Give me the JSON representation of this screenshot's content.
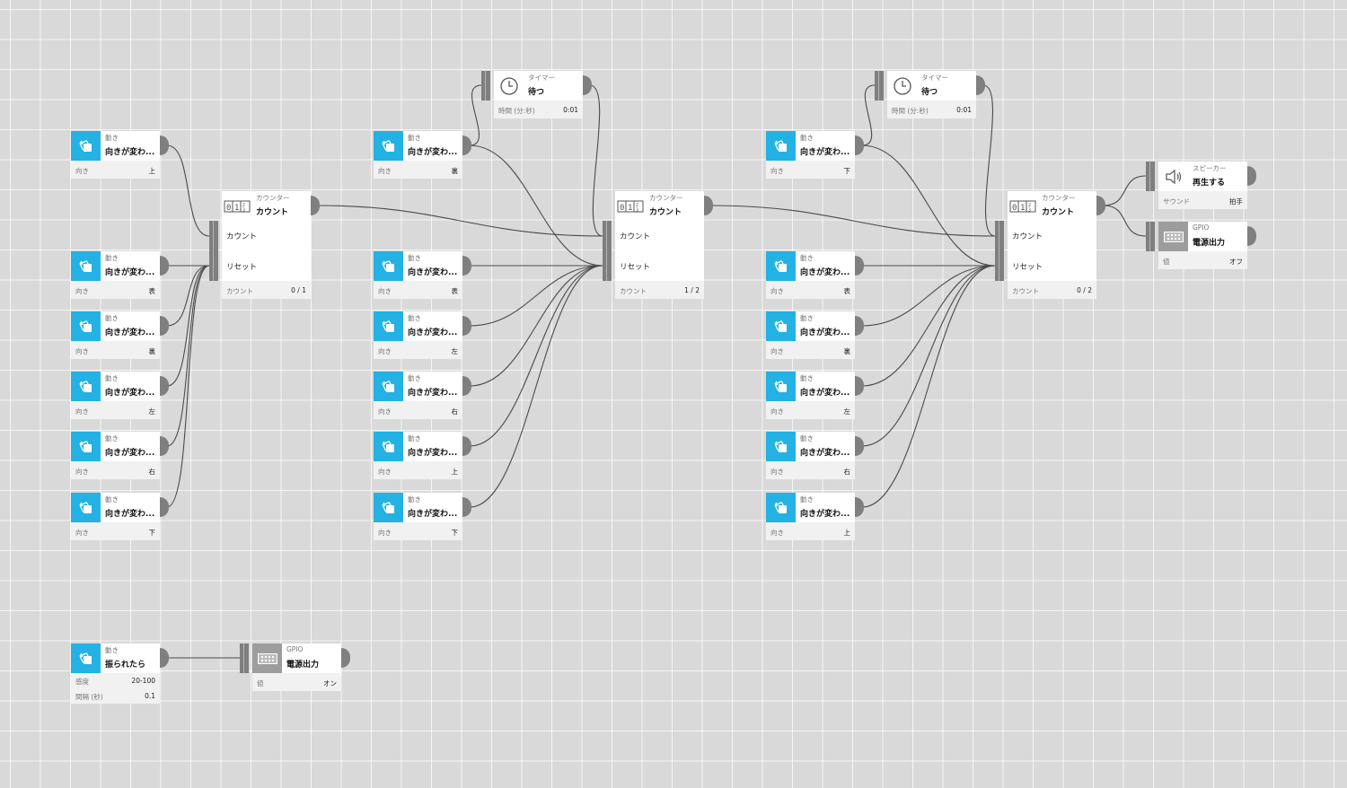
{
  "colors": {
    "motion": "#23b2e3",
    "port": "#7f7f7f",
    "grid_bg": "#d9d9d9",
    "gpio": "#9d9d9d"
  },
  "nodes": [
    {
      "id": "m1",
      "kind": "motion",
      "category": "動き",
      "title": "向きが変わ...",
      "params": [
        {
          "key": "向き",
          "value": "上"
        }
      ]
    },
    {
      "id": "m2",
      "kind": "motion",
      "category": "動き",
      "title": "向きが変わ...",
      "params": [
        {
          "key": "向き",
          "value": "表"
        }
      ]
    },
    {
      "id": "m3",
      "kind": "motion",
      "category": "動き",
      "title": "向きが変わ...",
      "params": [
        {
          "key": "向き",
          "value": "裏"
        }
      ]
    },
    {
      "id": "m4",
      "kind": "motion",
      "category": "動き",
      "title": "向きが変わ...",
      "params": [
        {
          "key": "向き",
          "value": "左"
        }
      ]
    },
    {
      "id": "m5",
      "kind": "motion",
      "category": "動き",
      "title": "向きが変わ...",
      "params": [
        {
          "key": "向き",
          "value": "右"
        }
      ]
    },
    {
      "id": "m6",
      "kind": "motion",
      "category": "動き",
      "title": "向きが変わ...",
      "params": [
        {
          "key": "向き",
          "value": "下"
        }
      ]
    },
    {
      "id": "c1",
      "kind": "counter",
      "category": "カウンター",
      "title": "カウント",
      "inputs": [
        "カウント",
        "リセット"
      ],
      "params": [
        {
          "key": "カウント",
          "value": "0 / 1"
        }
      ]
    },
    {
      "id": "m7",
      "kind": "motion",
      "category": "動き",
      "title": "向きが変わ...",
      "params": [
        {
          "key": "向き",
          "value": "裏"
        }
      ]
    },
    {
      "id": "m8",
      "kind": "motion",
      "category": "動き",
      "title": "向きが変わ...",
      "params": [
        {
          "key": "向き",
          "value": "表"
        }
      ]
    },
    {
      "id": "m9",
      "kind": "motion",
      "category": "動き",
      "title": "向きが変わ...",
      "params": [
        {
          "key": "向き",
          "value": "左"
        }
      ]
    },
    {
      "id": "m10",
      "kind": "motion",
      "category": "動き",
      "title": "向きが変わ...",
      "params": [
        {
          "key": "向き",
          "value": "右"
        }
      ]
    },
    {
      "id": "m11",
      "kind": "motion",
      "category": "動き",
      "title": "向きが変わ...",
      "params": [
        {
          "key": "向き",
          "value": "上"
        }
      ]
    },
    {
      "id": "m12",
      "kind": "motion",
      "category": "動き",
      "title": "向きが変わ...",
      "params": [
        {
          "key": "向き",
          "value": "下"
        }
      ]
    },
    {
      "id": "t1",
      "kind": "timer",
      "category": "タイマー",
      "title": "待つ",
      "params": [
        {
          "key": "時間 (分:秒)",
          "value": "0:01"
        }
      ]
    },
    {
      "id": "c2",
      "kind": "counter",
      "category": "カウンター",
      "title": "カウント",
      "inputs": [
        "カウント",
        "リセット"
      ],
      "params": [
        {
          "key": "カウント",
          "value": "1 / 2"
        }
      ]
    },
    {
      "id": "m13",
      "kind": "motion",
      "category": "動き",
      "title": "向きが変わ...",
      "params": [
        {
          "key": "向き",
          "value": "下"
        }
      ]
    },
    {
      "id": "m14",
      "kind": "motion",
      "category": "動き",
      "title": "向きが変わ...",
      "params": [
        {
          "key": "向き",
          "value": "表"
        }
      ]
    },
    {
      "id": "m15",
      "kind": "motion",
      "category": "動き",
      "title": "向きが変わ...",
      "params": [
        {
          "key": "向き",
          "value": "裏"
        }
      ]
    },
    {
      "id": "m16",
      "kind": "motion",
      "category": "動き",
      "title": "向きが変わ...",
      "params": [
        {
          "key": "向き",
          "value": "左"
        }
      ]
    },
    {
      "id": "m17",
      "kind": "motion",
      "category": "動き",
      "title": "向きが変わ...",
      "params": [
        {
          "key": "向き",
          "value": "右"
        }
      ]
    },
    {
      "id": "m18",
      "kind": "motion",
      "category": "動き",
      "title": "向きが変わ...",
      "params": [
        {
          "key": "向き",
          "value": "上"
        }
      ]
    },
    {
      "id": "t2",
      "kind": "timer",
      "category": "タイマー",
      "title": "待つ",
      "params": [
        {
          "key": "時間 (分:秒)",
          "value": "0:01"
        }
      ]
    },
    {
      "id": "c3",
      "kind": "counter",
      "category": "カウンター",
      "title": "カウント",
      "inputs": [
        "カウント",
        "リセット"
      ],
      "params": [
        {
          "key": "カウント",
          "value": "0 / 2"
        }
      ]
    },
    {
      "id": "s1",
      "kind": "speaker",
      "category": "スピーカー",
      "title": "再生する",
      "params": [
        {
          "key": "サウンド",
          "value": "拍手"
        }
      ]
    },
    {
      "id": "g1",
      "kind": "gpio",
      "category": "GPIO",
      "title": "電源出力",
      "params": [
        {
          "key": "値",
          "value": "オフ"
        }
      ]
    },
    {
      "id": "sh",
      "kind": "motion",
      "category": "動き",
      "title": "振られたら",
      "params": [
        {
          "key": "感度",
          "value": "20-100"
        },
        {
          "key": "間隔 (秒)",
          "value": "0.1"
        }
      ]
    },
    {
      "id": "g2",
      "kind": "gpio",
      "category": "GPIO",
      "title": "電源出力",
      "params": [
        {
          "key": "値",
          "value": "オン"
        }
      ]
    }
  ],
  "links": [
    [
      "m1",
      "out",
      "c1",
      "in0"
    ],
    [
      "m2",
      "out",
      "c1",
      "in1"
    ],
    [
      "m3",
      "out",
      "c1",
      "in1"
    ],
    [
      "m4",
      "out",
      "c1",
      "in1"
    ],
    [
      "m5",
      "out",
      "c1",
      "in1"
    ],
    [
      "m6",
      "out",
      "c1",
      "in1"
    ],
    [
      "c1",
      "out",
      "c2",
      "in0"
    ],
    [
      "m7",
      "out",
      "t1",
      "tab"
    ],
    [
      "t1",
      "out",
      "c2",
      "in0"
    ],
    [
      "m7",
      "out",
      "c2",
      "in1"
    ],
    [
      "m8",
      "out",
      "c2",
      "in1"
    ],
    [
      "m9",
      "out",
      "c2",
      "in1"
    ],
    [
      "m10",
      "out",
      "c2",
      "in1"
    ],
    [
      "m11",
      "out",
      "c2",
      "in1"
    ],
    [
      "m12",
      "out",
      "c2",
      "in1"
    ],
    [
      "c2",
      "out",
      "c3",
      "in0"
    ],
    [
      "m13",
      "out",
      "t2",
      "tab"
    ],
    [
      "t2",
      "out",
      "c3",
      "in0"
    ],
    [
      "m13",
      "out",
      "c3",
      "in1"
    ],
    [
      "m14",
      "out",
      "c3",
      "in1"
    ],
    [
      "m15",
      "out",
      "c3",
      "in1"
    ],
    [
      "m16",
      "out",
      "c3",
      "in1"
    ],
    [
      "m17",
      "out",
      "c3",
      "in1"
    ],
    [
      "m18",
      "out",
      "c3",
      "in1"
    ],
    [
      "c3",
      "out",
      "s1",
      "tab"
    ],
    [
      "c3",
      "out",
      "g1",
      "tab"
    ],
    [
      "sh",
      "out",
      "g2",
      "tab"
    ]
  ]
}
